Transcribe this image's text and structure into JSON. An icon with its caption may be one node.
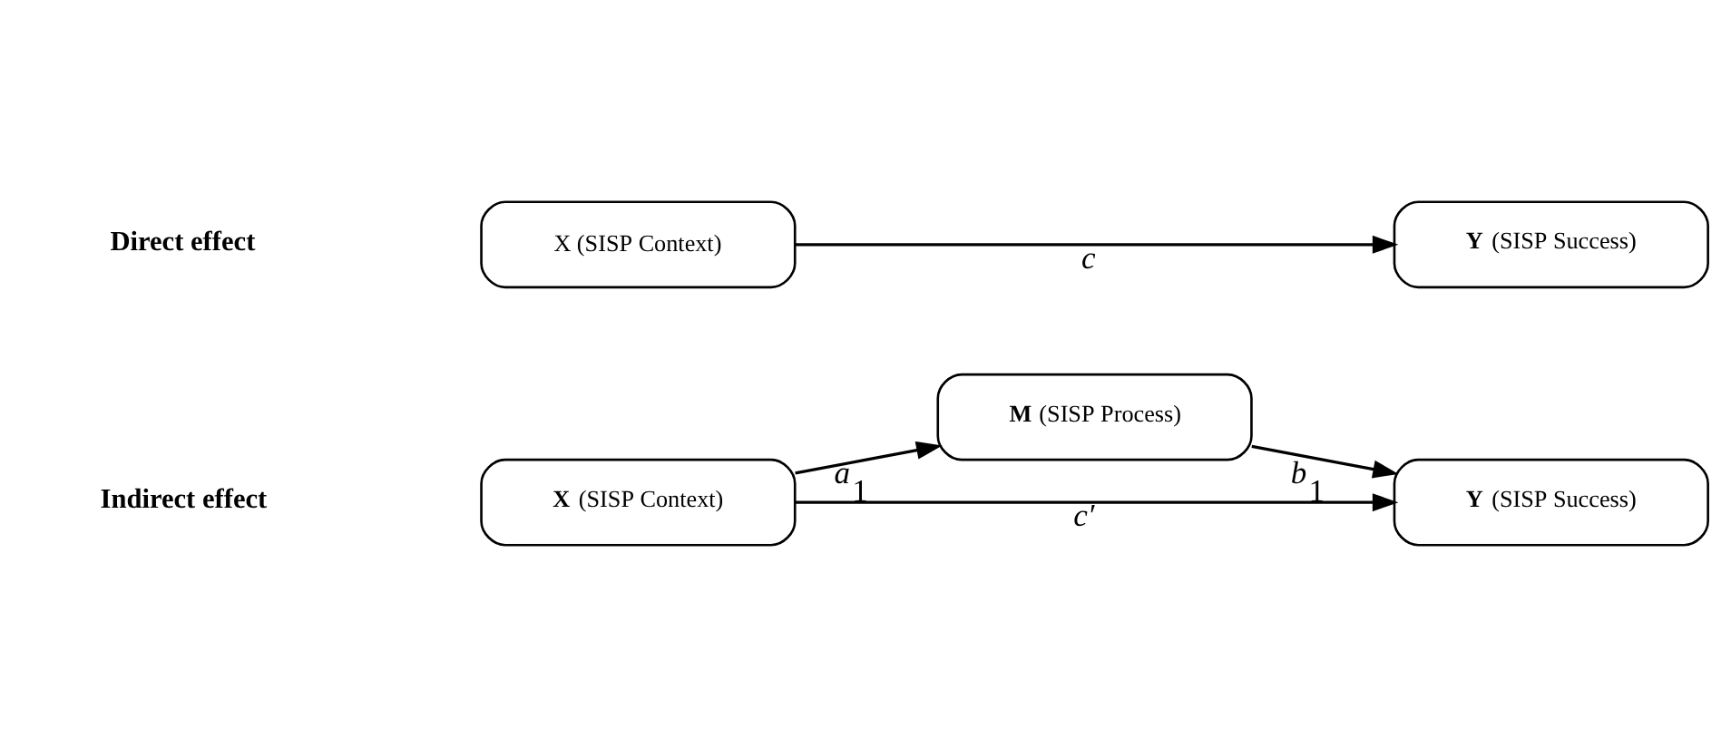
{
  "diagram": {
    "nodes": [
      {
        "text": [
          "X (SISP Context)"
        ]
      },
      {
        "text": [
          "**Y** (SISP Success)"
        ]
      },
      {
        "text": [
          "**M** (SISP Process)"
        ]
      },
      {
        "text": [
          "**X** (SISP Context)"
        ]
      },
      {
        "text": [
          "**Y** (SISP Success)"
        ]
      }
    ],
    "edges": [
      {
        "from": 0,
        "to": 1,
        "arrow": "to",
        "label": "*c*"
      },
      {
        "from": 3,
        "to": 2,
        "arrow": "to",
        "label": "*a*$_{1}$"
      },
      {
        "from": 2,
        "to": 4,
        "arrow": "to",
        "label": "*b*$_{1}$"
      },
      {
        "from": 3,
        "to": 4,
        "arrow": "to",
        "label": "*c′*"
      }
    ],
    "labels": [
      "Direct effect",
      "Indirect effect"
    ]
  }
}
